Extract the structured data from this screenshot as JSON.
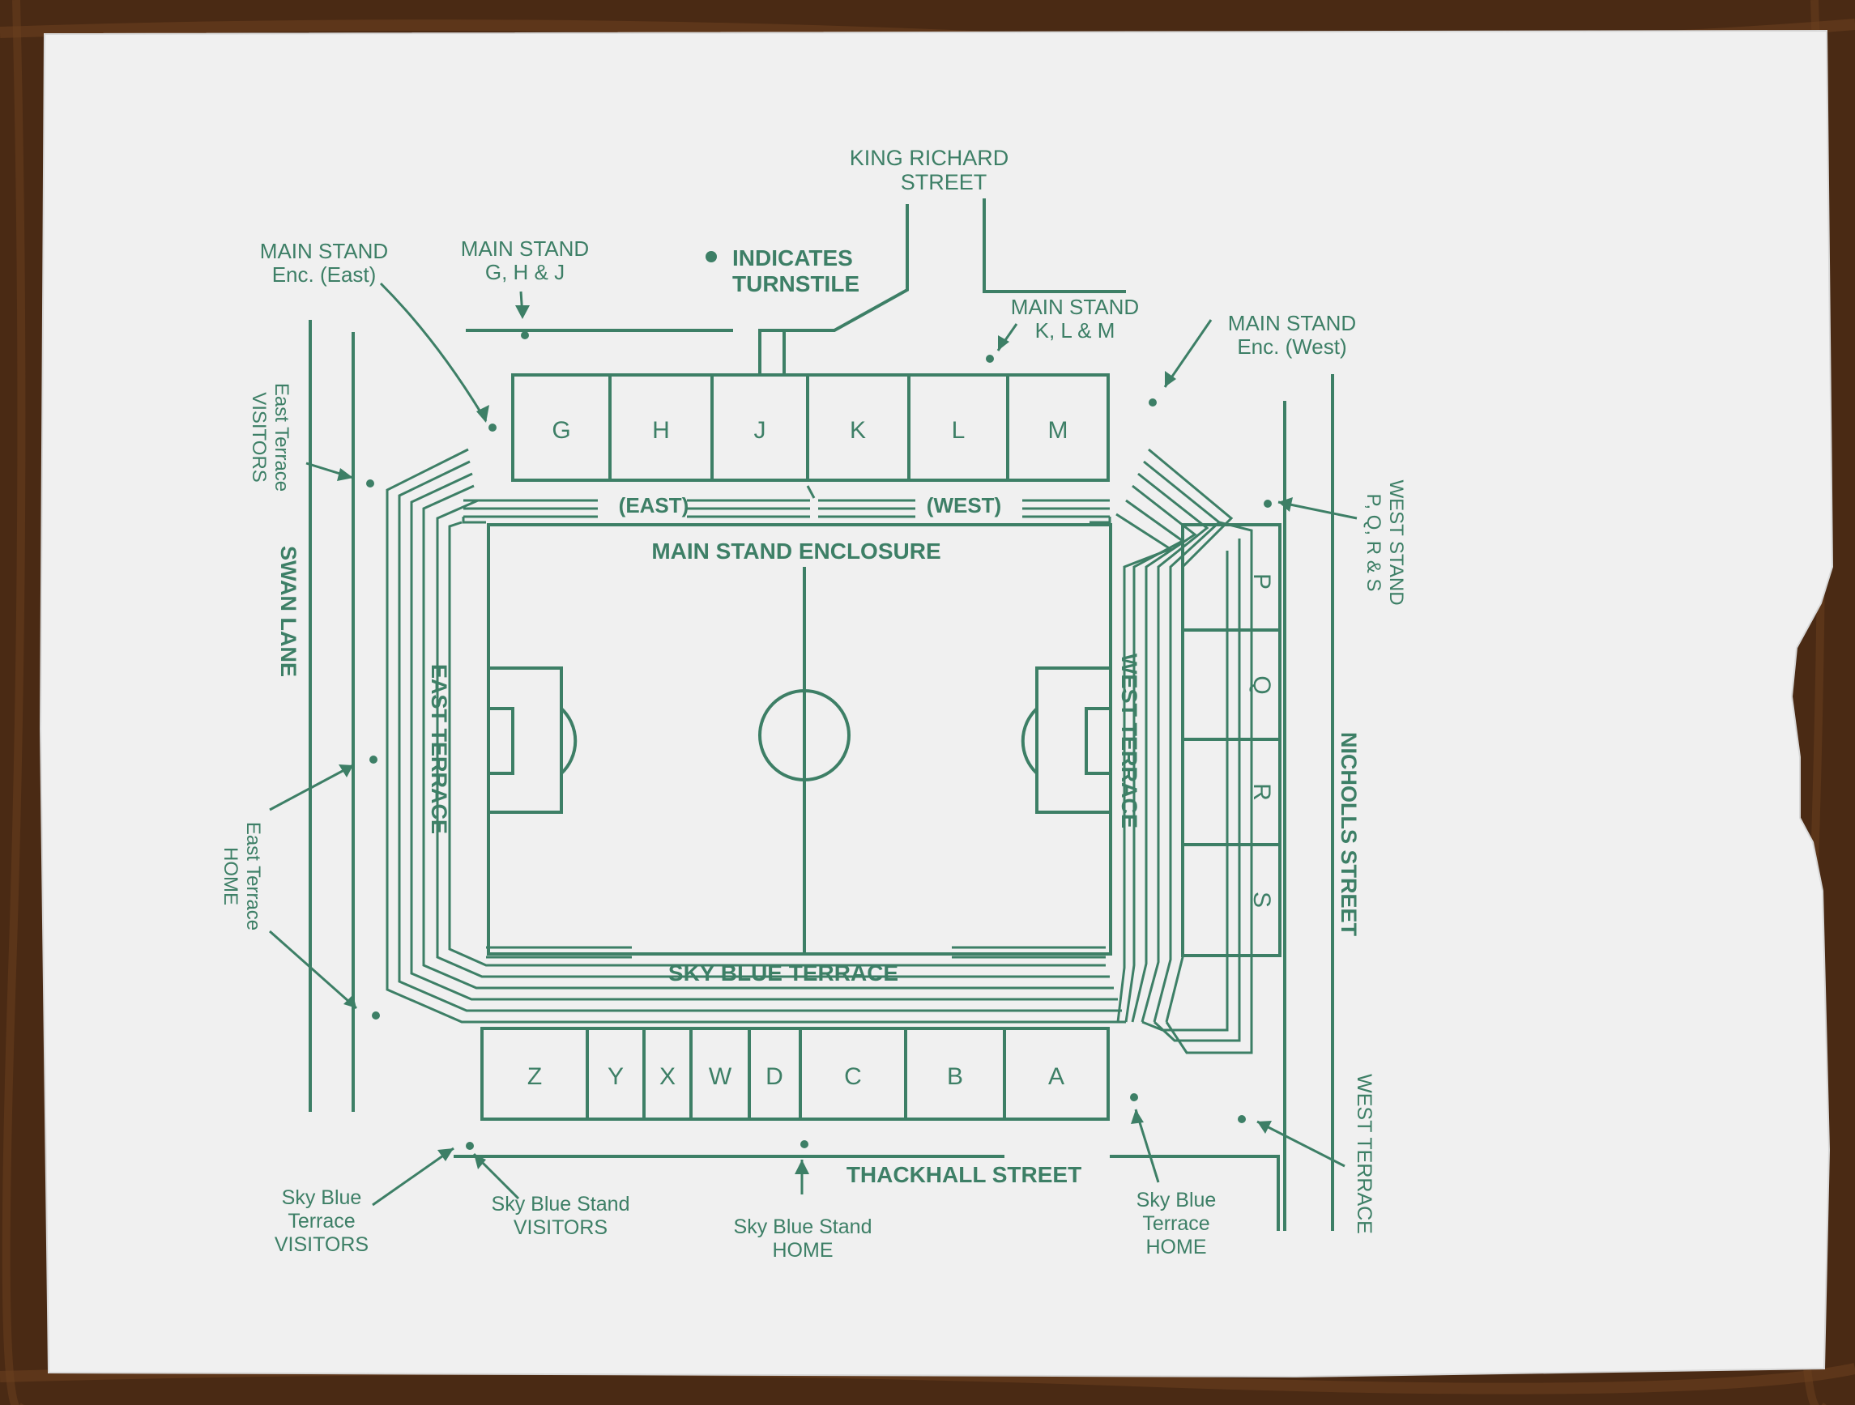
{
  "legend": {
    "dot_caption_1": "INDICATES",
    "dot_caption_2": "TURNSTILE"
  },
  "streets": {
    "top_1": "KING RICHARD",
    "top_2": "STREET",
    "left": "SWAN LANE",
    "right": "NICHOLLS STREET",
    "bottom": "THACKHALL STREET"
  },
  "main_stand_blocks": [
    "G",
    "H",
    "J",
    "K",
    "L",
    "M"
  ],
  "west_stand_blocks": [
    "P",
    "Q",
    "R",
    "S"
  ],
  "sky_blue_stand_blocks": [
    "Z",
    "Y",
    "X",
    "W",
    "D",
    "C",
    "B",
    "A"
  ],
  "ground": {
    "enclosure_east": "(EAST)",
    "enclosure_west": "(WEST)",
    "main_stand_enclosure": "MAIN STAND ENCLOSURE",
    "east_terrace": "EAST TERRACE",
    "west_terrace": "WEST TERRACE",
    "sky_blue_terrace": "SKY BLUE TERRACE"
  },
  "turnstiles": {
    "main_enc_east_1": "MAIN STAND",
    "main_enc_east_2": "Enc. (East)",
    "main_ghj_1": "MAIN STAND",
    "main_ghj_2": "G, H & J",
    "main_klm_1": "MAIN STAND",
    "main_klm_2": "K, L & M",
    "main_enc_west_1": "MAIN STAND",
    "main_enc_west_2": "Enc. (West)",
    "east_visitors_1": "East Terrace",
    "east_visitors_2": "VISITORS",
    "east_home_1": "East Terrace",
    "east_home_2": "HOME",
    "west_pqrs_1": "WEST STAND",
    "west_pqrs_2": "P, Q, R & S",
    "west_terrace": "WEST TERRACE",
    "sb_terrace_visitors_1": "Sky Blue",
    "sb_terrace_visitors_2": "Terrace",
    "sb_terrace_visitors_3": "VISITORS",
    "sb_stand_visitors_1": "Sky Blue Stand",
    "sb_stand_visitors_2": "VISITORS",
    "sb_stand_home_1": "Sky Blue Stand",
    "sb_stand_home_2": "HOME",
    "sb_terrace_home_1": "Sky Blue",
    "sb_terrace_home_2": "Terrace",
    "sb_terrace_home_3": "HOME"
  }
}
